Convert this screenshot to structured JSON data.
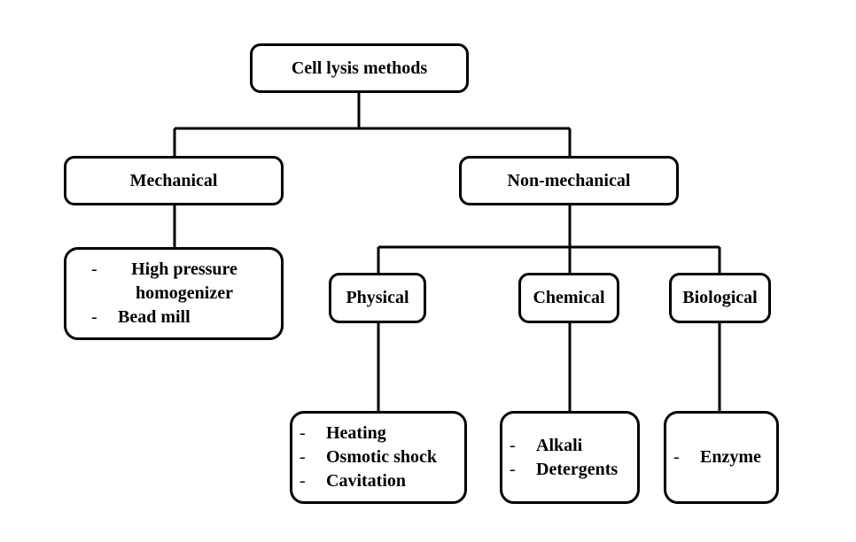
{
  "root": "Cell lysis methods",
  "mechanical": {
    "label": "Mechanical",
    "items": [
      "High pressure homogenizer",
      "Bead mill"
    ]
  },
  "non_mechanical": {
    "label": "Non-mechanical",
    "physical": {
      "label": "Physical",
      "items": [
        "Heating",
        "Osmotic shock",
        "Cavitation"
      ]
    },
    "chemical": {
      "label": "Chemical",
      "items": [
        "Alkali",
        "Detergents"
      ]
    },
    "biological": {
      "label": "Biological",
      "items": [
        "Enzyme"
      ]
    }
  },
  "bullet": "-"
}
